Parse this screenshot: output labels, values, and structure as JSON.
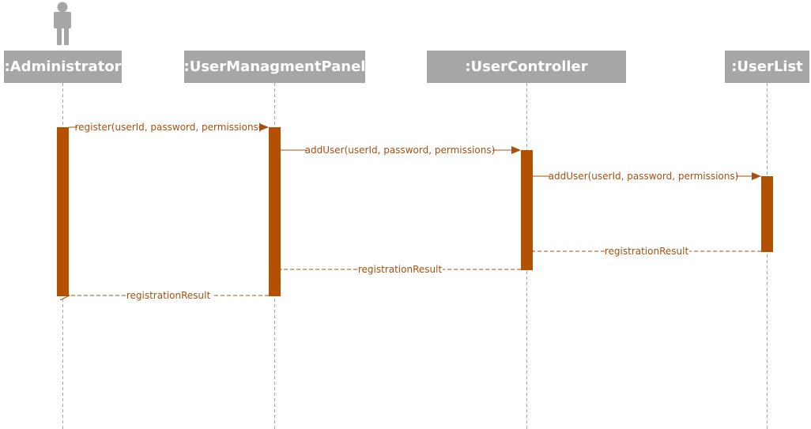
{
  "participants": [
    {
      "id": "administrator",
      "label": ":Administrator",
      "actor": true
    },
    {
      "id": "user-managment-panel",
      "label": ":UserManagmentPanel"
    },
    {
      "id": "user-controller",
      "label": ":UserController"
    },
    {
      "id": "user-list",
      "label": ":UserList"
    }
  ],
  "messages": [
    {
      "from": "administrator",
      "to": "user-managment-panel",
      "label": "register(userId, password, permissions)",
      "type": "sync"
    },
    {
      "from": "user-managment-panel",
      "to": "user-controller",
      "label": "addUser(userId, password, permissions)",
      "type": "sync"
    },
    {
      "from": "user-controller",
      "to": "user-list",
      "label": "addUser(userId, password, permissions)",
      "type": "sync"
    },
    {
      "from": "user-list",
      "to": "user-controller",
      "label": "registrationResult",
      "type": "return"
    },
    {
      "from": "user-controller",
      "to": "user-managment-panel",
      "label": "registrationResult",
      "type": "return"
    },
    {
      "from": "user-managment-panel",
      "to": "administrator",
      "label": "registrationResult",
      "type": "return"
    }
  ],
  "colors": {
    "header_bg": "#a6a6a6",
    "header_text": "#ffffff",
    "activation": "#b35100",
    "arrow": "#a94f0f",
    "lifeline": "#a6a6a6",
    "actor_icon": "#a6a6a6"
  }
}
